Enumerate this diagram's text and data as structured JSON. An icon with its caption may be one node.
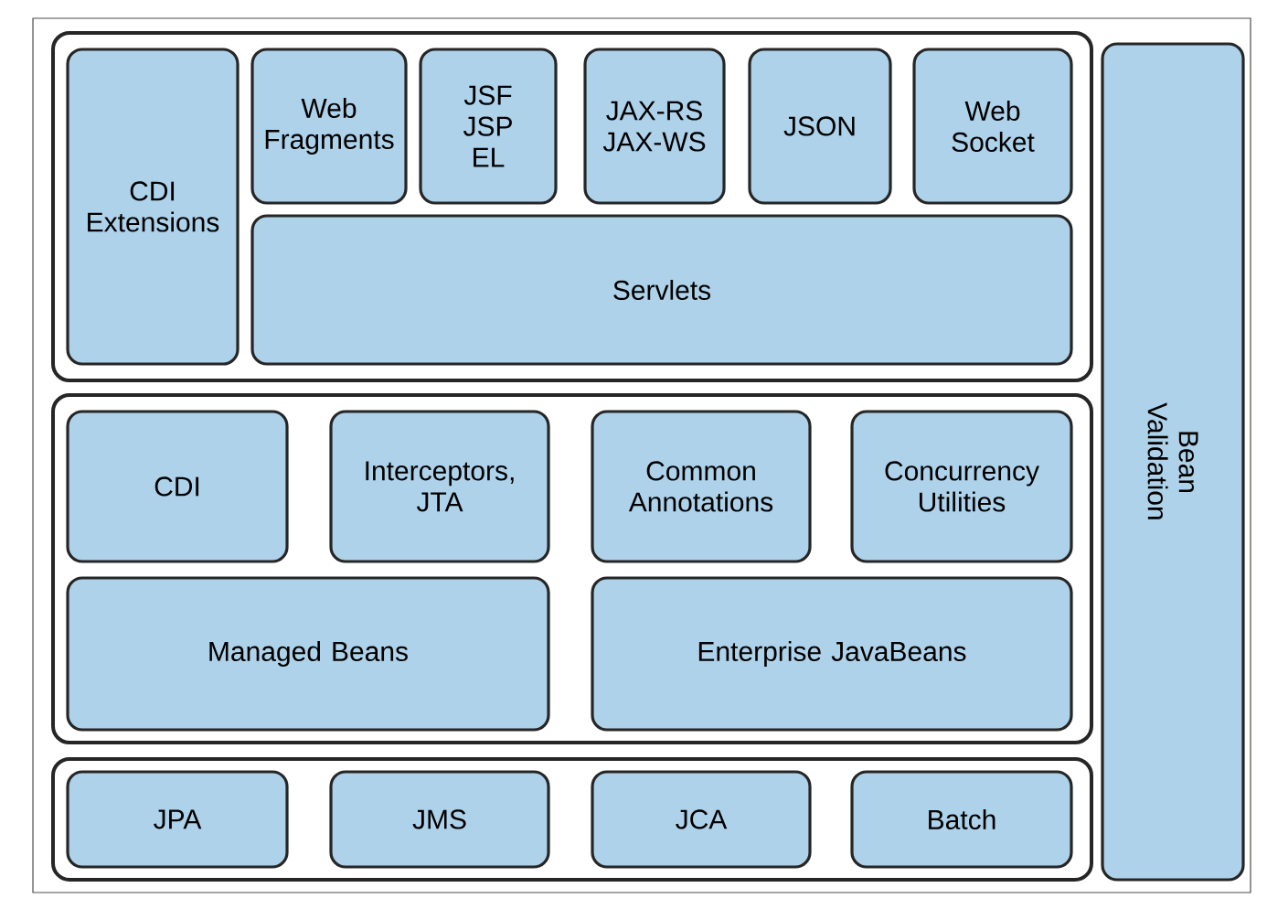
{
  "diagram": {
    "nodes": [
      {
        "text": [],
        "shape": "box"
      },
      {
        "text": [
          "CDI Extensions"
        ],
        "in": 0
      },
      {
        "text": [
          "Web Fragments"
        ],
        "in": 0
      },
      {
        "text": [
          "JSF JSP EL"
        ],
        "in": 0
      },
      {
        "text": [
          "JAX-RS JAX-WS"
        ],
        "in": 0
      },
      {
        "text": [
          "JSON"
        ],
        "in": 0
      },
      {
        "text": [
          "Web Socket"
        ],
        "in": 0
      },
      {
        "text": [
          "Servlets"
        ],
        "in": 0
      },
      {
        "text": [
          "Bean Validation"
        ]
      },
      {
        "text": [],
        "shape": "box"
      },
      {
        "text": [
          "CDI"
        ],
        "in": 9
      },
      {
        "text": [
          "Interceptors, JTA"
        ],
        "in": 9
      },
      {
        "text": [
          "Common Annotations"
        ],
        "in": 9
      },
      {
        "text": [
          "Concurrency Utilities"
        ],
        "in": 9
      },
      {
        "text": [
          "Managed Beans"
        ],
        "in": 9
      },
      {
        "text": [
          "Enterprise JavaBeans"
        ],
        "in": 9
      },
      {
        "text": [],
        "shape": "box"
      },
      {
        "text": [
          "JPA"
        ],
        "in": 16
      },
      {
        "text": [
          "JMS"
        ],
        "in": 16
      },
      {
        "text": [
          "JCA"
        ],
        "in": 16
      },
      {
        "text": [
          "Batch"
        ],
        "in": 16
      }
    ],
    "edges": []
  }
}
